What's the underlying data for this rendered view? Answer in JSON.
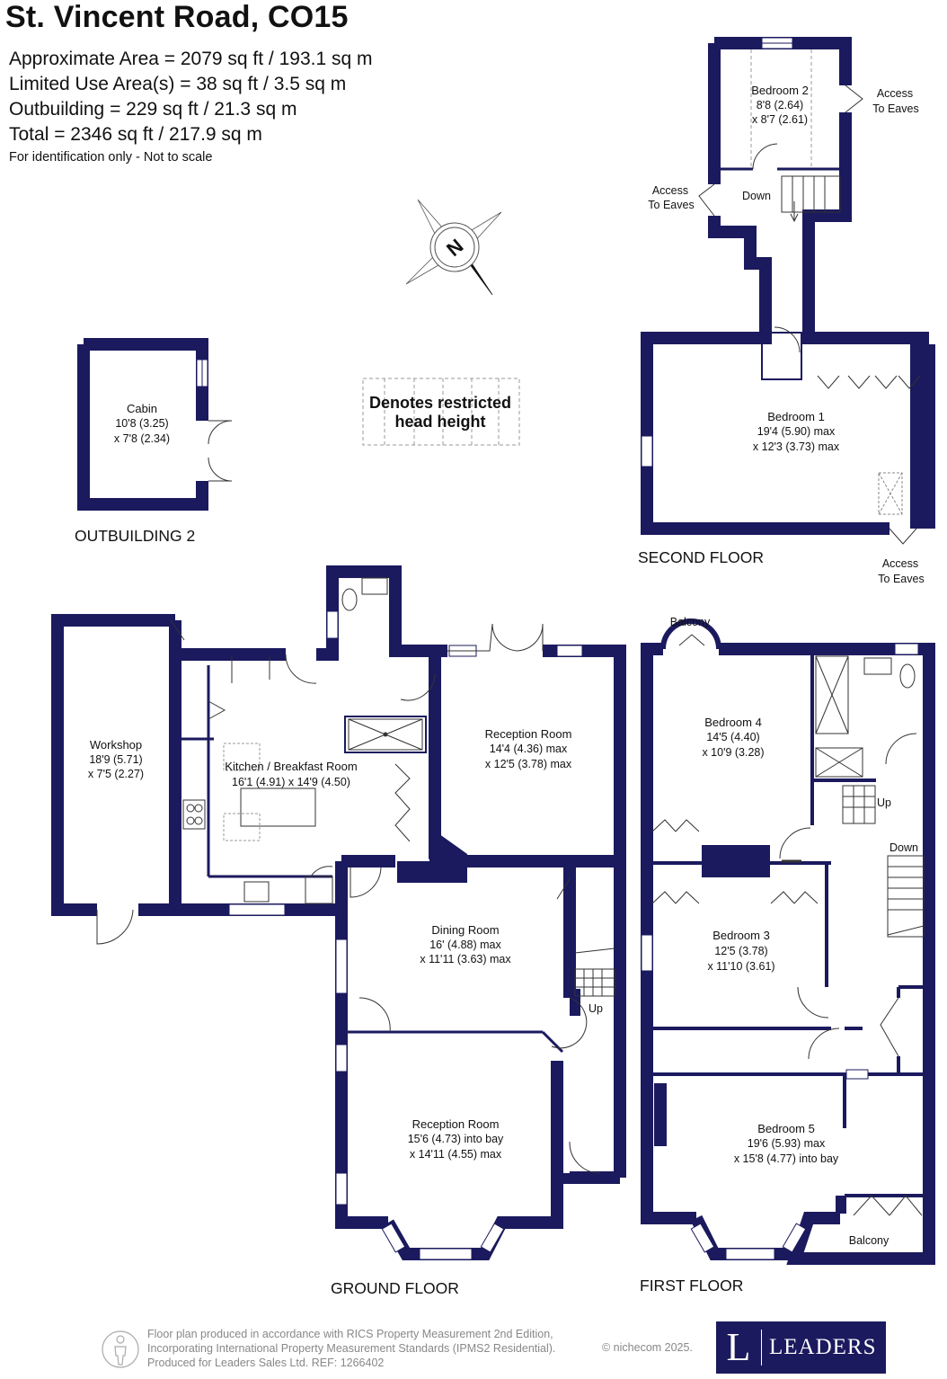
{
  "header": {
    "title": "St. Vincent Road, CO15",
    "areas": [
      "Approximate Area = 2079 sq ft / 193.1 sq m",
      "Limited Use Area(s) = 38 sq ft / 3.5 sq m",
      "Outbuilding = 229 sq ft / 21.3 sq m",
      "Total = 2346 sq ft / 217.9 sq m"
    ],
    "disclaimer": "For identification only - Not to scale"
  },
  "compass": {
    "label": "N"
  },
  "legend": {
    "line1": "Denotes restricted",
    "line2": "head height"
  },
  "floors": {
    "outbuilding": {
      "label": "OUTBUILDING 2",
      "cabin": {
        "name": "Cabin",
        "dim1": "10'8 (3.25)",
        "dim2": "x 7'8 (2.34)"
      }
    },
    "second": {
      "label": "SECOND FLOOR",
      "bedroom2": {
        "name": "Bedroom 2",
        "dim1": "8'8 (2.64)",
        "dim2": "x 8'7 (2.61)"
      },
      "bedroom1": {
        "name": "Bedroom 1",
        "dim1": "19'4 (5.90) max",
        "dim2": "x 12'3 (3.73) max"
      },
      "access_right_1": "Access",
      "access_right_2": "To Eaves",
      "access_left_1": "Access",
      "access_left_2": "To Eaves",
      "access_bottom_1": "Access",
      "access_bottom_2": "To Eaves",
      "stairs": "Down"
    },
    "ground": {
      "label": "GROUND FLOOR",
      "workshop": {
        "name": "Workshop",
        "dim1": "18'9 (5.71)",
        "dim2": "x 7'5 (2.27)"
      },
      "kitchen": {
        "name": "Kitchen / Breakfast Room",
        "dim1": "16'1 (4.91) x 14'9 (4.50)"
      },
      "reception_rear": {
        "name": "Reception Room",
        "dim1": "14'4 (4.36) max",
        "dim2": "x 12'5 (3.78) max"
      },
      "dining": {
        "name": "Dining Room",
        "dim1": "16' (4.88) max",
        "dim2": "x 11'11 (3.63) max"
      },
      "reception_front": {
        "name": "Reception Room",
        "dim1": "15'6 (4.73) into bay",
        "dim2": "x 14'11 (4.55) max"
      },
      "stairs": "Up"
    },
    "first": {
      "label": "FIRST FLOOR",
      "balcony_top": "Balcony",
      "bedroom4": {
        "name": "Bedroom 4",
        "dim1": "14'5 (4.40)",
        "dim2": "x 10'9 (3.28)"
      },
      "bedroom3": {
        "name": "Bedroom 3",
        "dim1": "12'5 (3.78)",
        "dim2": "x 11'10 (3.61)"
      },
      "bedroom5": {
        "name": "Bedroom 5",
        "dim1": "19'6 (5.93) max",
        "dim2": "x 15'8 (4.77) into bay"
      },
      "balcony_bottom": "Balcony",
      "stairs_up": "Up",
      "stairs_down": "Down"
    }
  },
  "footer": {
    "line1": "Floor plan produced in accordance with RICS Property Measurement 2nd Edition,",
    "line2": "Incorporating International Property Measurement Standards (IPMS2 Residential).",
    "line3": "Produced for Leaders Sales Ltd.   REF: 1266402",
    "copyright": "© nichecom 2025.",
    "logo_letter": "L",
    "logo_text": "LEADERS"
  },
  "colors": {
    "wall": "#1b1a5e",
    "restricted": "#999999"
  }
}
